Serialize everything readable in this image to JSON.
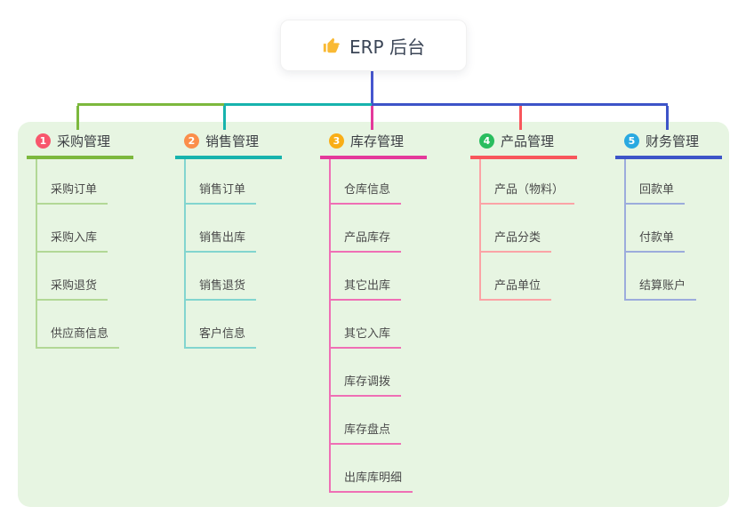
{
  "root": {
    "title": "ERP 后台",
    "icon": "thumbs-up-icon"
  },
  "branches": [
    {
      "index": "1",
      "label": "采购管理",
      "color": "#7cb83d",
      "badge_color": "#f8566c",
      "light_color": "#b2d896",
      "children": [
        "采购订单",
        "采购入库",
        "采购退货",
        "供应商信息"
      ]
    },
    {
      "index": "2",
      "label": "销售管理",
      "color": "#17b3ad",
      "badge_color": "#fb8e4b",
      "light_color": "#82d5cf",
      "children": [
        "销售订单",
        "销售出库",
        "销售退货",
        "客户信息"
      ]
    },
    {
      "index": "3",
      "label": "库存管理",
      "color": "#e4399b",
      "badge_color": "#f9ae17",
      "light_color": "#ef6fb5",
      "children": [
        "仓库信息",
        "产品库存",
        "其它出库",
        "其它入库",
        "库存调拨",
        "库存盘点",
        "出库库明细"
      ]
    },
    {
      "index": "4",
      "label": "产品管理",
      "color": "#f8565c",
      "badge_color": "#29bd5e",
      "light_color": "#fba3a6",
      "children": [
        "产品（物料）",
        "产品分类",
        "产品单位"
      ]
    },
    {
      "index": "5",
      "label": "财务管理",
      "color": "#3d54c8",
      "badge_color": "#29a9e1",
      "light_color": "#9cacdc",
      "children": [
        "回款单",
        "付款单",
        "结算账户"
      ]
    }
  ],
  "colors": {
    "panel_background": "#e7f5e2",
    "root_line": "#4656cf",
    "root_text": "#3b4556",
    "thumb_icon": "#f9b934"
  }
}
